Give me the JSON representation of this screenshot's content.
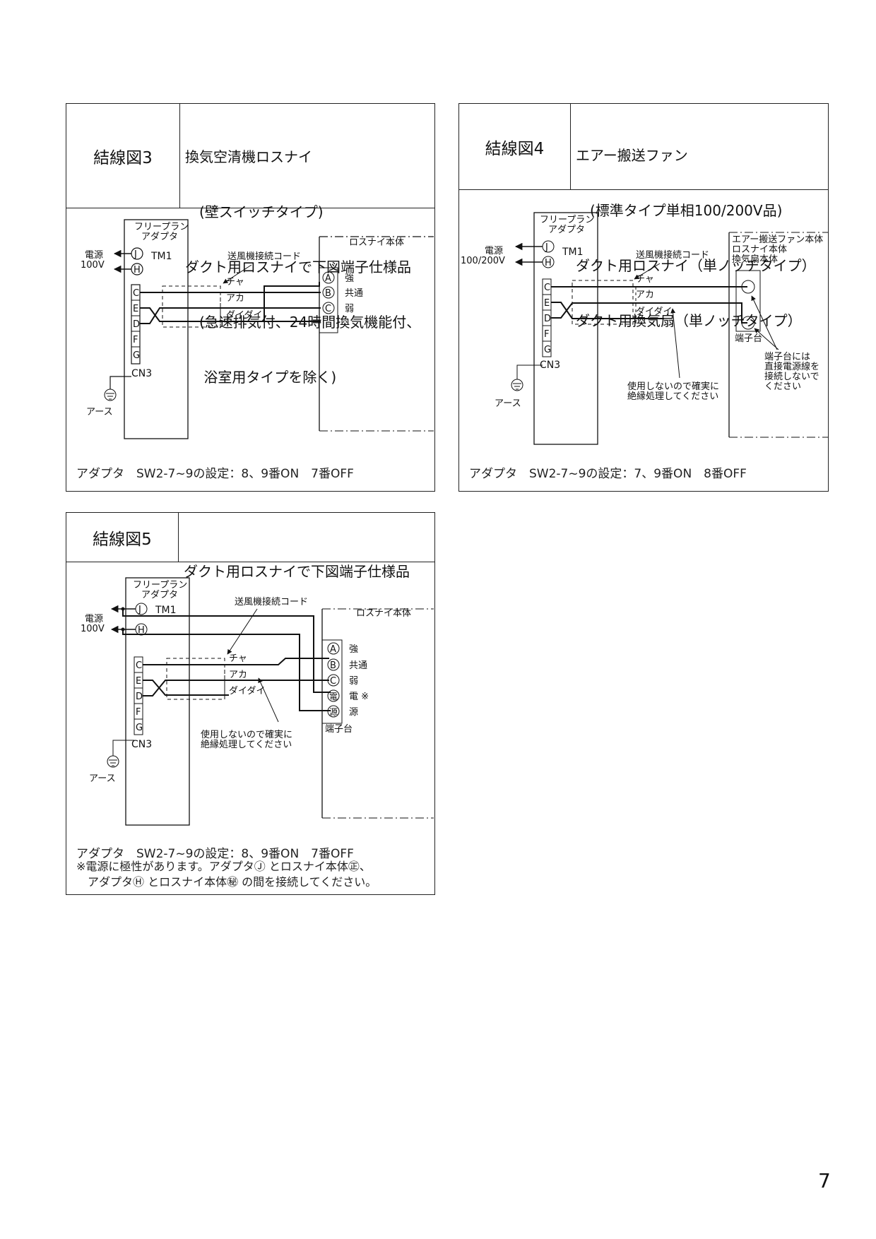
{
  "page_number": "7",
  "common": {
    "adapter_l1": "フリープラン",
    "adapter_l2": "アダプタ",
    "power": "電源",
    "v100": "100V",
    "v100_200": "100/200V",
    "tm1": "TM1",
    "J": "J",
    "H": "H",
    "cord": "送風機接続コード",
    "cha": "チャ",
    "aka": "アカ",
    "daidai": "ダイダイ",
    "C": "C",
    "E": "E",
    "D": "D",
    "F": "F",
    "G": "G",
    "cn3": "CN3",
    "earth": "アース",
    "losnay_body": "ロスナイ本体",
    "A": "A",
    "B": "B",
    "Cc": "C",
    "strong": "強",
    "common_t": "共通",
    "weak": "弱",
    "den_mark": "電",
    "gen_mark": "源",
    "den": "電 ※",
    "gen": "源",
    "terminal_block": "端子台",
    "unused_1": "使用しないので確実に",
    "unused_2": "絶縁処理してください"
  },
  "panel3": {
    "title": "結線図3",
    "desc": [
      "換気空清機ロスナイ",
      "　(壁スイッチタイプ)",
      "ダクト用ロスナイで下図端子仕様品",
      "　(急速排気付、24時間換気機能付、",
      "　 浴室用タイプを除く)"
    ],
    "footer": "アダプタ　SW2-7~9の設定：8、9番ON　7番OFF"
  },
  "panel4": {
    "title": "結線図4",
    "desc": [
      "エアー搬送ファン",
      "　(標準タイプ単相100/200V品)",
      "ダクト用ロスナイ（単ノッチタイプ）",
      "ダクト用換気扇（単ノッチタイプ）"
    ],
    "body_l1": "エアー搬送ファン本体",
    "body_l2": "ロスナイ本体",
    "body_l3": "換気扇本体",
    "tb_note": [
      "端子台には",
      "直接電源線を",
      "接続しないで",
      "ください"
    ],
    "footer": "アダプタ　SW2-7~9の設定：7、9番ON　8番OFF"
  },
  "panel5": {
    "title": "結線図5",
    "desc": [
      "ダクト用ロスナイで下図端子仕様品"
    ],
    "footer": "アダプタ　SW2-7~9の設定：8、9番ON　7番OFF",
    "note_1": "※電源に極性があります。アダプタⒿ とロスナイ本体㊣、",
    "note_2": "　アダプタⒽ とロスナイ本体㊙ の間を接続してください。"
  },
  "colors": {
    "line": "#111111",
    "border": "#222222"
  }
}
